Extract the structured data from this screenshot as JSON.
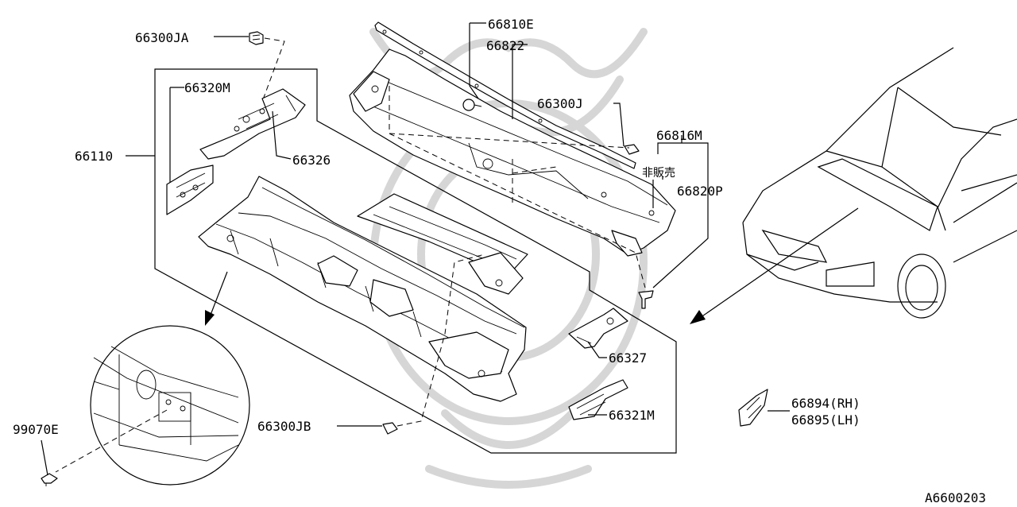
{
  "diagram": {
    "labels": {
      "p66300JA": "66300JA",
      "p66320M": "66320M",
      "p66110": "66110",
      "p66326": "66326",
      "p66810E": "66810E",
      "p66822": "66822",
      "p66300J": "66300J",
      "p66816M": "66816M",
      "not_for_sale": "非販売",
      "p66820P": "66820P",
      "p66327": "66327",
      "p66321M": "66321M",
      "p66300JB": "66300JB",
      "p99070E": "99070E",
      "p66894": "66894(RH)",
      "p66895": "66895(LH)"
    },
    "diagram_code": "A6600203",
    "watermark_color": "#d6d6d6",
    "line_color": "#000000"
  }
}
